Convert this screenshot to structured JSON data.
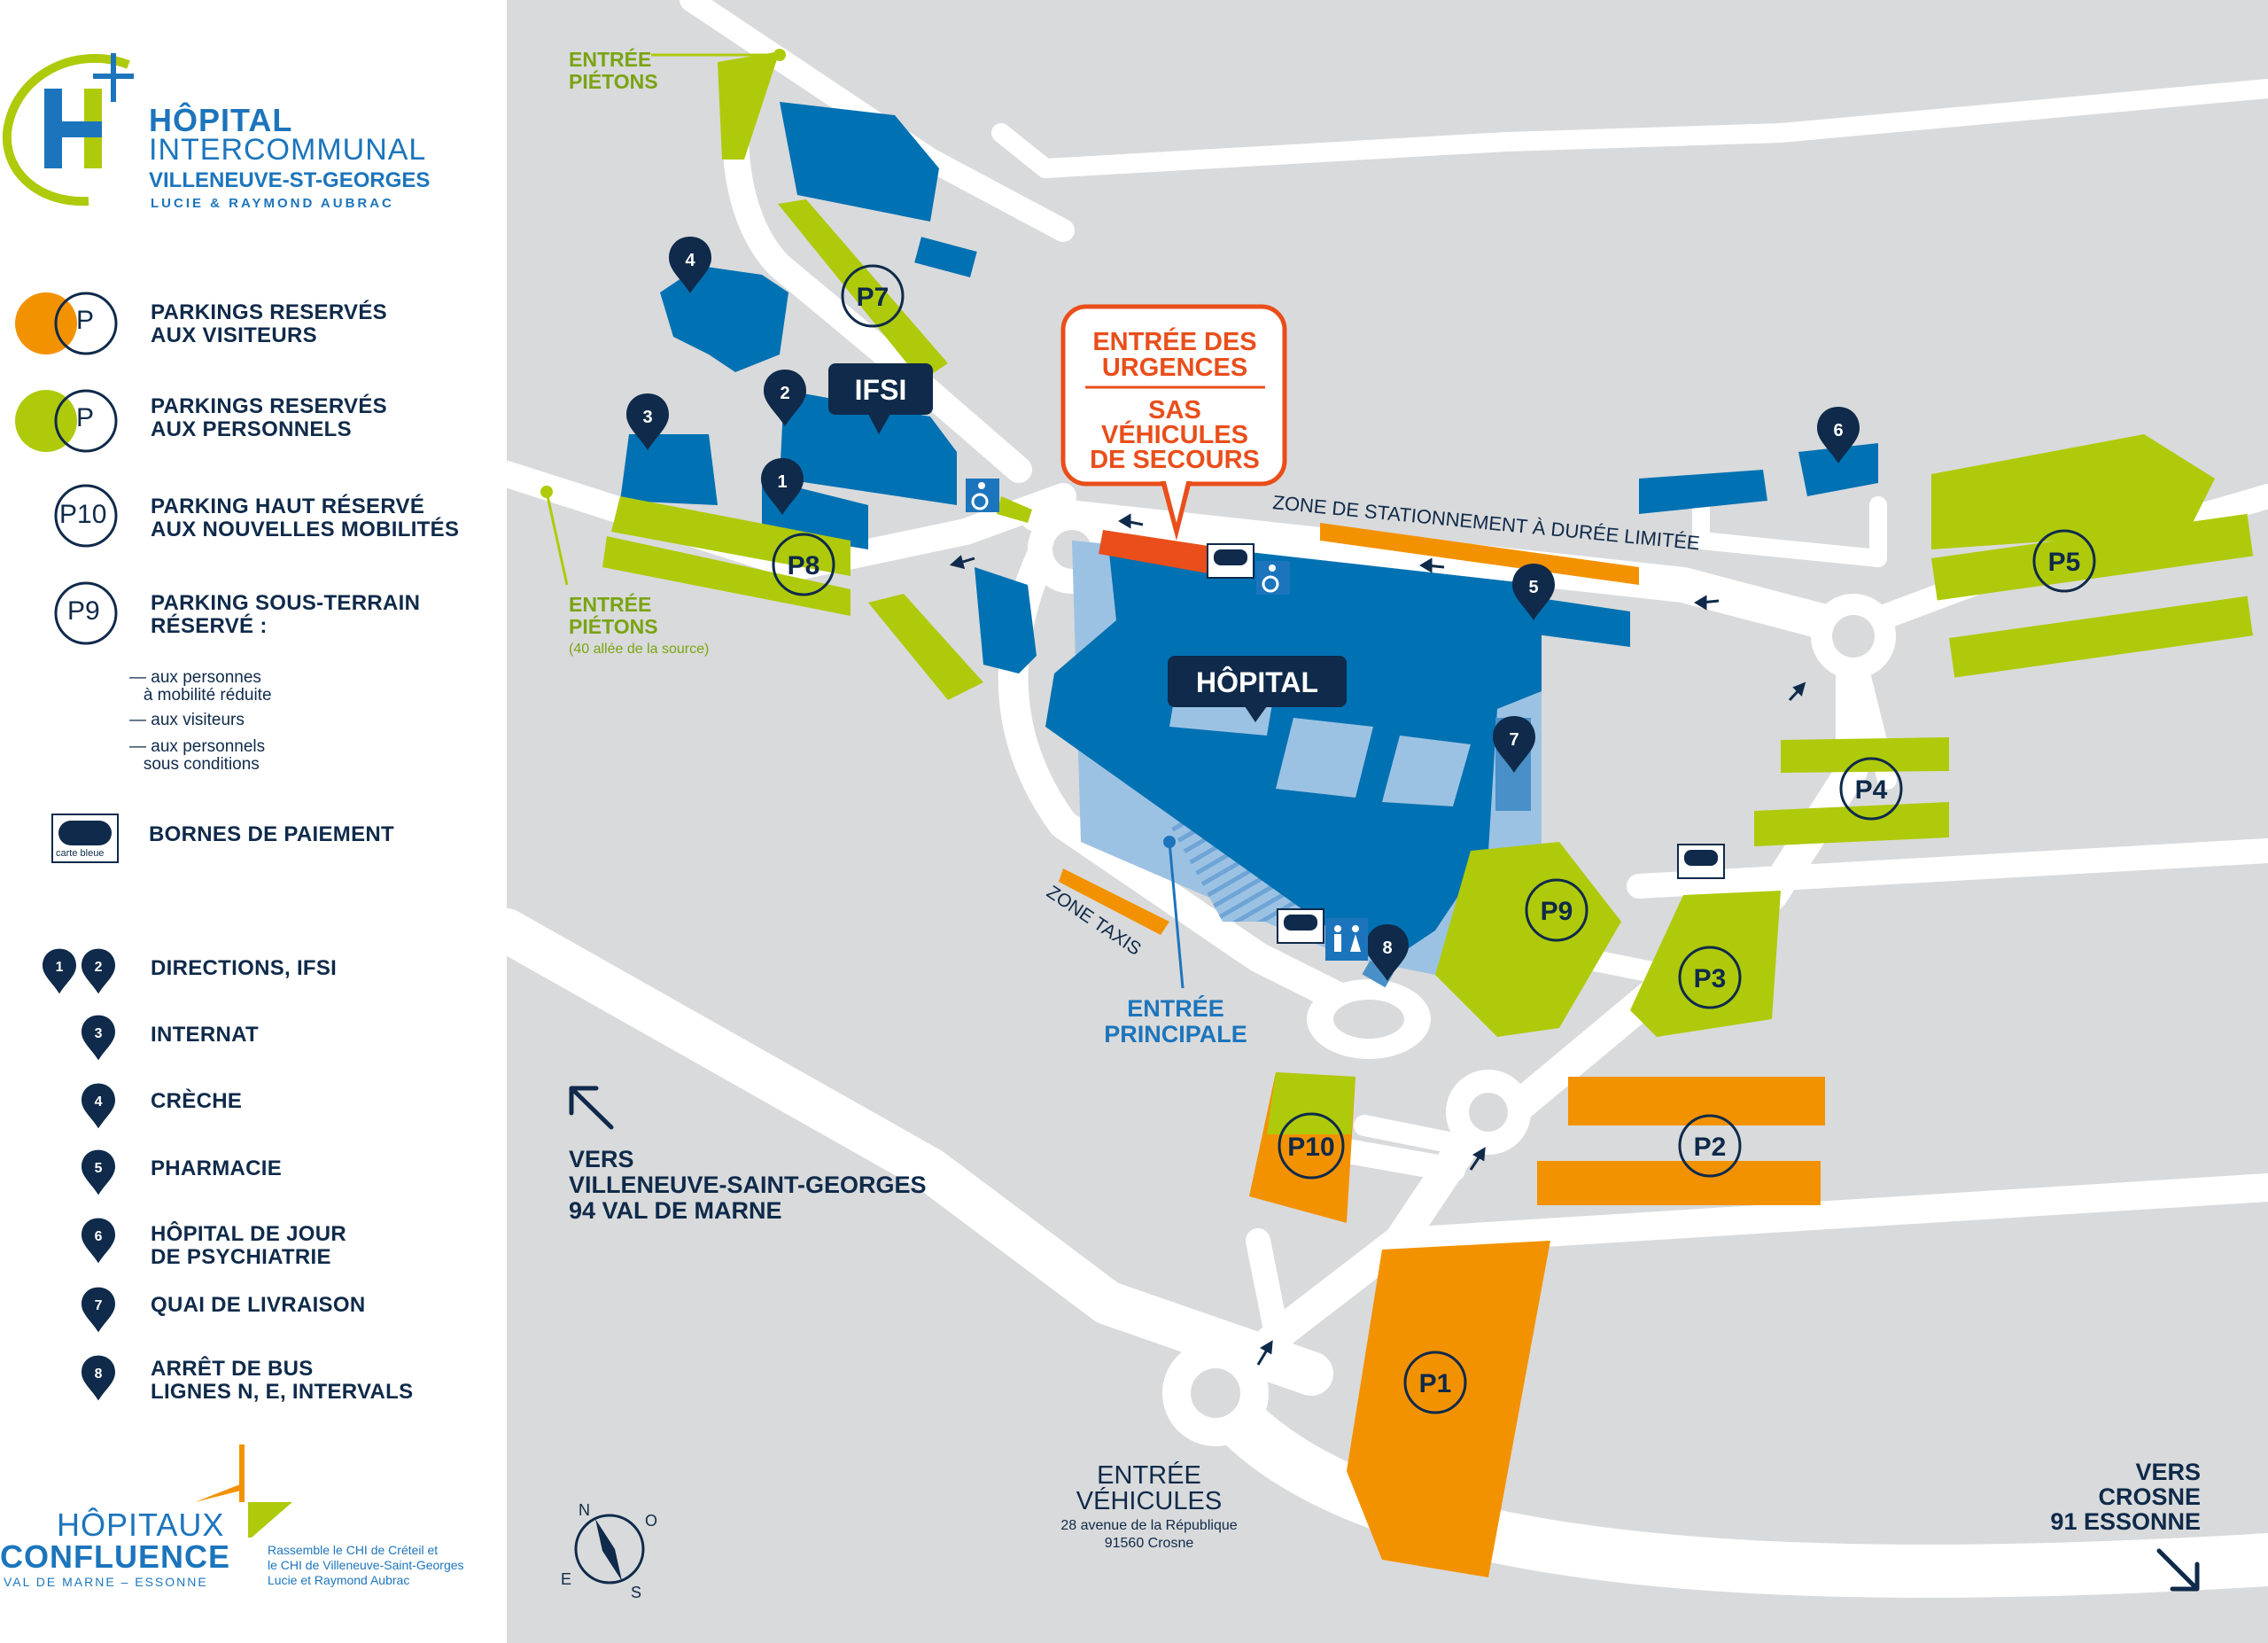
{
  "brand": {
    "line1": "HÔPITAL",
    "line2": "INTERCOMMUNAL",
    "line3": "VILLENEUVE-ST-GEORGES",
    "line4": "LUCIE & RAYMOND AUBRAC",
    "colors": {
      "blue": "#1c75bc",
      "navy": "#0f2a4a",
      "green": "#afca0b",
      "orange": "#f39200"
    }
  },
  "legend": {
    "visitor_parking": "PARKINGS RESERVÉS\nAUX VISITEURS",
    "staff_parking": "PARKINGS RESERVÉS\nAUX PERSONNELS",
    "p10_label": "P10",
    "p10": "PARKING HAUT RÉSERVÉ\nAUX NOUVELLES MOBILITÉS",
    "p9_label": "P9",
    "p9": "PARKING SOUS-TERRAIN\nRÉSERVÉ :",
    "p_letter": "P",
    "p9_items": [
      "— aux personnes\n   à mobilité réduite",
      "— aux visiteurs",
      "— aux personnels\n   sous conditions"
    ],
    "payment": "BORNES DE PAIEMENT",
    "card_caption": "carte bleue",
    "poi": [
      {
        "nums": [
          "1",
          "2"
        ],
        "label": "DIRECTIONS, IFSI"
      },
      {
        "nums": [
          "3"
        ],
        "label": "INTERNAT"
      },
      {
        "nums": [
          "4"
        ],
        "label": "CRÈCHE"
      },
      {
        "nums": [
          "5"
        ],
        "label": "PHARMACIE"
      },
      {
        "nums": [
          "6"
        ],
        "label": "HÔPITAL DE JOUR\nDE PSYCHIATRIE"
      },
      {
        "nums": [
          "7"
        ],
        "label": "QUAI DE LIVRAISON"
      },
      {
        "nums": [
          "8"
        ],
        "label": "ARRÊT DE BUS\nLIGNES N, E, INTERVALS"
      }
    ]
  },
  "footer_brand": {
    "line1": "HÔPITAUX",
    "line2": "CONFLUENCE",
    "line3": "VAL DE MARNE – ESSONNE",
    "note": "Rassemble le CHI de Créteil et\nle CHI de Villeneuve-Saint-Georges\nLucie et Raymond Aubrac"
  },
  "map": {
    "urgences_title": "ENTRÉE DES\nURGENCES",
    "urgences_sub": "SAS\nVÉHICULES\nDE SECOURS",
    "hopital": "HÔPITAL",
    "ifsi": "IFSI",
    "zone_stationnement": "ZONE DE STATIONNEMENT À DURÉE LIMITÉE",
    "zone_taxis": "ZONE TAXIS",
    "entree_principale": "ENTRÉE\nPRINCIPALE",
    "entree_pietons_top": "ENTRÉE\nPIÉTONS",
    "entree_pietons_left": "ENTRÉE\nPIÉTONS",
    "entree_pietons_left_addr": "(40 allée de la source)",
    "vers_vsg": "VERS\nVILLENEUVE-SAINT-GEORGES\n94 VAL DE MARNE",
    "vers_crosne": "VERS\nCROSNE\n91 ESSONNE",
    "entree_vehicules": "ENTRÉE\nVÉHICULES",
    "entree_vehicules_addr": "28 avenue de la République\n91560 Crosne",
    "parkings": [
      "P1",
      "P2",
      "P3",
      "P4",
      "P5",
      "P7",
      "P8",
      "P9",
      "P10"
    ],
    "compass": [
      "N",
      "O",
      "S",
      "E"
    ]
  }
}
